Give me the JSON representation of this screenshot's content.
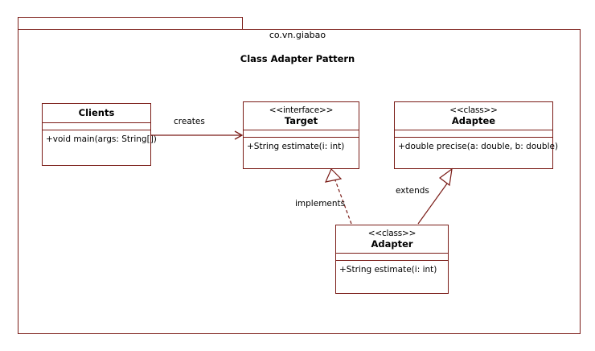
{
  "package": {
    "name": "co.vn.giabao",
    "title": "Class Adapter Pattern"
  },
  "colors": {
    "line": "#7a1b16",
    "background": "#ffffff",
    "text": "#000000"
  },
  "classes": [
    {
      "id": "clients",
      "stereotype": "",
      "name": "Clients",
      "attributes": [],
      "operations": [
        "+void main(args: String[])"
      ]
    },
    {
      "id": "target",
      "stereotype": "<<interface>>",
      "name": "Target",
      "attributes": [],
      "operations": [
        "+String estimate(i: int)"
      ]
    },
    {
      "id": "adaptee",
      "stereotype": "<<class>>",
      "name": "Adaptee",
      "attributes": [],
      "operations": [
        "+double precise(a: double, b: double)"
      ]
    },
    {
      "id": "adapter",
      "stereotype": "<<class>>",
      "name": "Adapter",
      "attributes": [],
      "operations": [
        "+String estimate(i: int)"
      ]
    }
  ],
  "relationships": [
    {
      "id": "creates",
      "label": "creates",
      "from": "Clients",
      "to": "Target",
      "style": "solid",
      "arrow": "open-arrow"
    },
    {
      "id": "implements",
      "label": "implements",
      "from": "Adapter",
      "to": "Target",
      "style": "dashed",
      "arrow": "hollow-triangle"
    },
    {
      "id": "extends",
      "label": "extends",
      "from": "Adapter",
      "to": "Adaptee",
      "style": "solid",
      "arrow": "hollow-triangle"
    }
  ]
}
